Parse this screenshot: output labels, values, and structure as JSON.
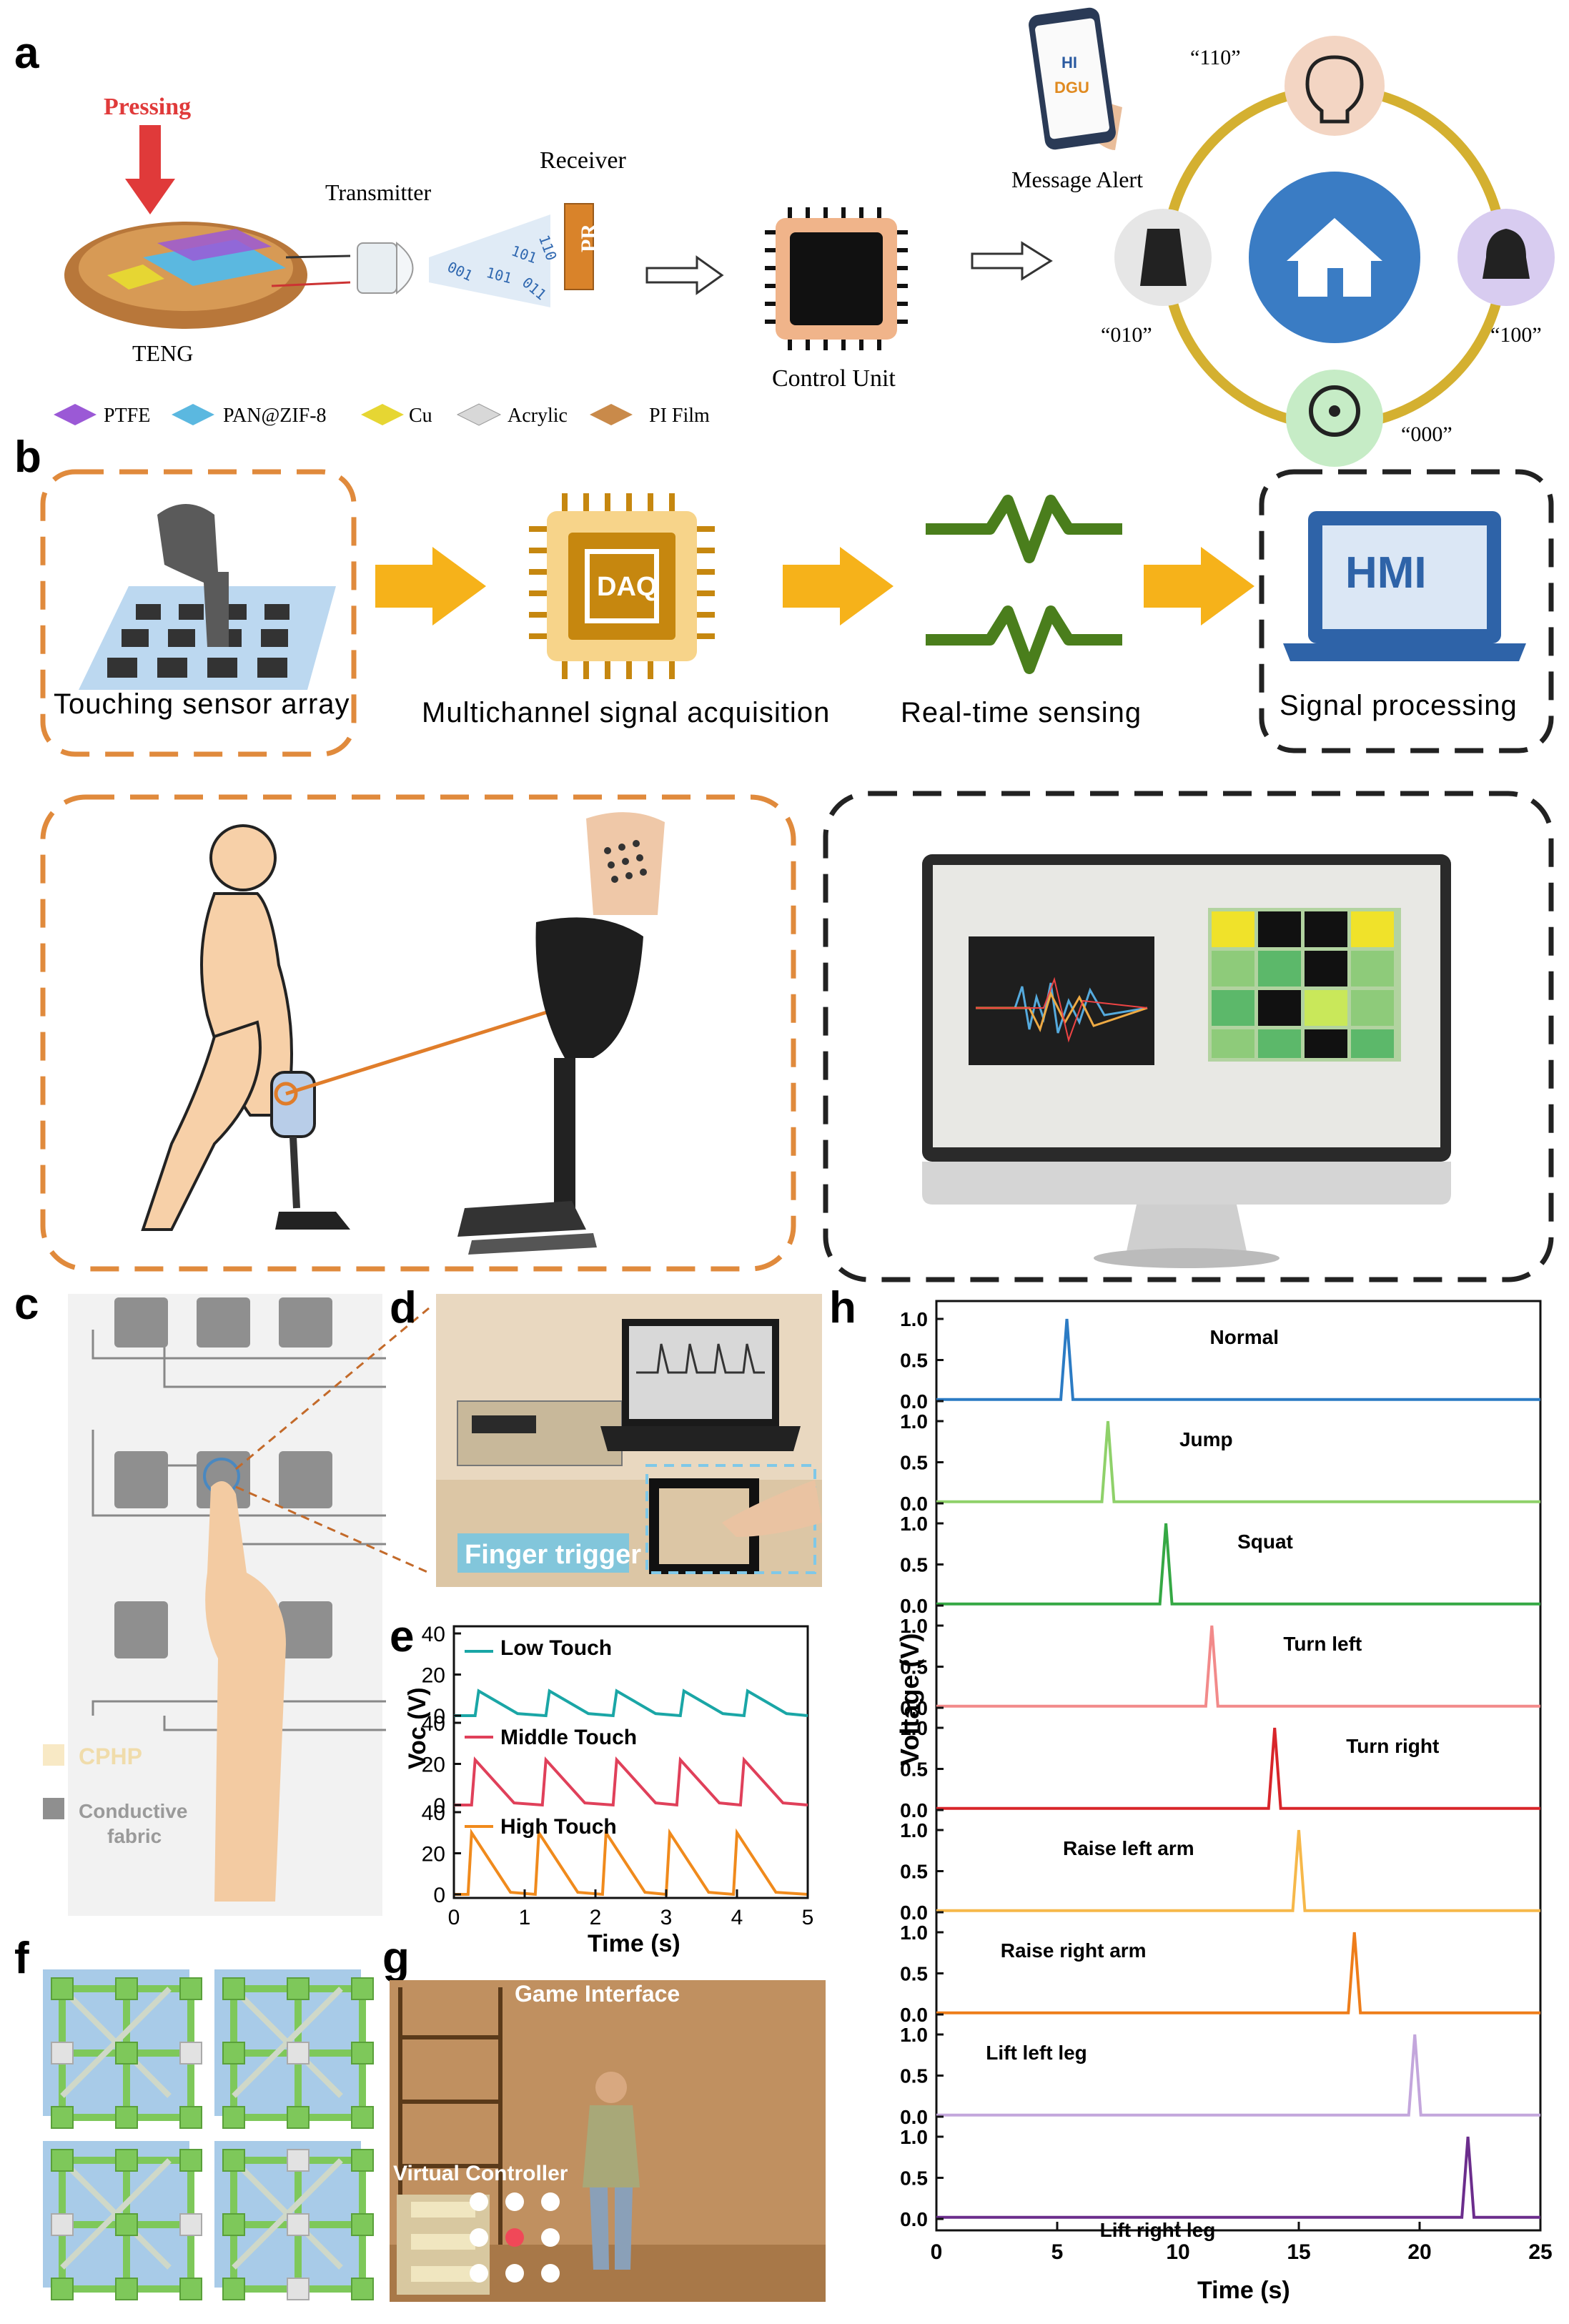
{
  "panels": {
    "a": "a",
    "b": "b",
    "c": "c",
    "d": "d",
    "e": "e",
    "f": "f",
    "g": "g",
    "h": "h"
  },
  "panel_a": {
    "pressing": "Pressing",
    "transmitter": "Transmitter",
    "receiver": "Receiver",
    "pr": "PR",
    "teng": "TENG",
    "control_unit": "Control Unit",
    "message_alert": "Message Alert",
    "phone_text_1": "HI",
    "phone_text_2": "DGU",
    "codes_stream": [
      "001",
      "101",
      "101",
      "011",
      "110"
    ],
    "device_codes": {
      "top": "“110”",
      "left": "“010”",
      "right": "“100”",
      "bottom": "“000”"
    },
    "legend": [
      "PTFE",
      "PAN@ZIF-8",
      "Cu",
      "Acrylic",
      "PI Film"
    ],
    "legend_colors": [
      "#9b59d6",
      "#5bb8e0",
      "#e6d633",
      "#d8d8d8",
      "#c98a4a"
    ]
  },
  "panel_b": {
    "touching": "Touching sensor array",
    "multichannel": "Multichannel signal acquisition",
    "realtime": "Real-time sensing",
    "signal": "Signal processing",
    "daq": "DAQ",
    "hmi": "HMI"
  },
  "panel_c": {
    "cphp": "CPHP",
    "conductive": "Conductive",
    "fabric": "fabric"
  },
  "panel_d": {
    "finger_trigger": "Finger trigger"
  },
  "panel_e": {
    "low": "Low Touch",
    "middle": "Middle Touch",
    "high": "High Touch",
    "ylabel": "Voc (V)",
    "xlabel": "Time (s)"
  },
  "panel_g": {
    "game_interface": "Game Interface",
    "virtual_controller": "Virtual Controller"
  },
  "panel_h": {
    "ylabel": "Voltage (V)",
    "xlabel": "Time (s)"
  },
  "chart_data": [
    {
      "type": "line",
      "panel": "e",
      "xlabel": "Time (s)",
      "ylabel": "Voc (V)",
      "xlim": [
        0,
        5
      ],
      "x_ticks": [
        0,
        1,
        2,
        3,
        4,
        5
      ],
      "series": [
        {
          "name": "Low Touch",
          "color": "#1aa6a6",
          "baseline": 0,
          "peak": 12,
          "peaks_x": [
            0.35,
            1.35,
            2.3,
            3.25,
            4.15
          ],
          "y_ticks": [
            0,
            20,
            40
          ]
        },
        {
          "name": "Middle Touch",
          "color": "#e0405a",
          "baseline": 0,
          "peak": 22,
          "peaks_x": [
            0.3,
            1.3,
            2.3,
            3.2,
            4.1
          ],
          "y_ticks": [
            0,
            20,
            40
          ]
        },
        {
          "name": "High Touch",
          "color": "#f08a1c",
          "baseline": 0,
          "peak": 30,
          "peaks_x": [
            0.25,
            1.2,
            2.15,
            3.05,
            4.0
          ],
          "y_ticks": [
            0,
            20,
            40
          ]
        }
      ]
    },
    {
      "type": "line",
      "panel": "h",
      "xlabel": "Time (s)",
      "ylabel": "Voltage (V)",
      "xlim": [
        0,
        25
      ],
      "x_ticks": [
        0,
        5,
        10,
        15,
        20,
        25
      ],
      "y_ticks": [
        0.0,
        0.5,
        1.0
      ],
      "series": [
        {
          "name": "Normal",
          "color": "#2b7bc4",
          "peak_x": 5.4
        },
        {
          "name": "Jump",
          "color": "#8fd16a",
          "peak_x": 7.1
        },
        {
          "name": "Squat",
          "color": "#35a844",
          "peak_x": 9.5
        },
        {
          "name": "Turn left",
          "color": "#f28a8a",
          "peak_x": 11.4
        },
        {
          "name": "Turn right",
          "color": "#d8252a",
          "peak_x": 14.0
        },
        {
          "name": "Raise left arm",
          "color": "#f6b84a",
          "peak_x": 15.0
        },
        {
          "name": "Raise right arm",
          "color": "#ee7d1a",
          "peak_x": 17.3
        },
        {
          "name": "Lift left leg",
          "color": "#c3a6dc",
          "peak_x": 19.8
        },
        {
          "name": "Lift right leg",
          "color": "#6b2d8c",
          "peak_x": 22.0
        }
      ]
    }
  ]
}
